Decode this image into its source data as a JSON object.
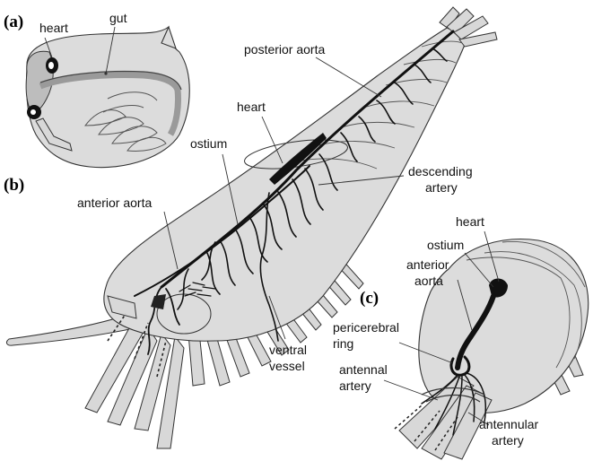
{
  "panels": {
    "a": {
      "letter": "(a)",
      "labels": {
        "heart": "heart",
        "gut": "gut"
      }
    },
    "b": {
      "letter": "(b)",
      "labels": {
        "posterior_aorta": "posterior aorta",
        "heart": "heart",
        "ostium": "ostium",
        "descending_artery_1": "descending",
        "descending_artery_2": "artery",
        "anterior_aorta": "anterior aorta",
        "ventral_vessel_1": "ventral",
        "ventral_vessel_2": "vessel"
      }
    },
    "c": {
      "letter": "(c)",
      "labels": {
        "heart": "heart",
        "ostium": "ostium",
        "anterior_aorta_1": "anterior",
        "anterior_aorta_2": "aorta",
        "pericerebral_ring_1": "pericerebral",
        "pericerebral_ring_2": "ring",
        "antennal_artery_1": "antennal",
        "antennal_artery_2": "artery",
        "antennular_artery_1": "antennular",
        "antennular_artery_2": "artery"
      }
    }
  }
}
